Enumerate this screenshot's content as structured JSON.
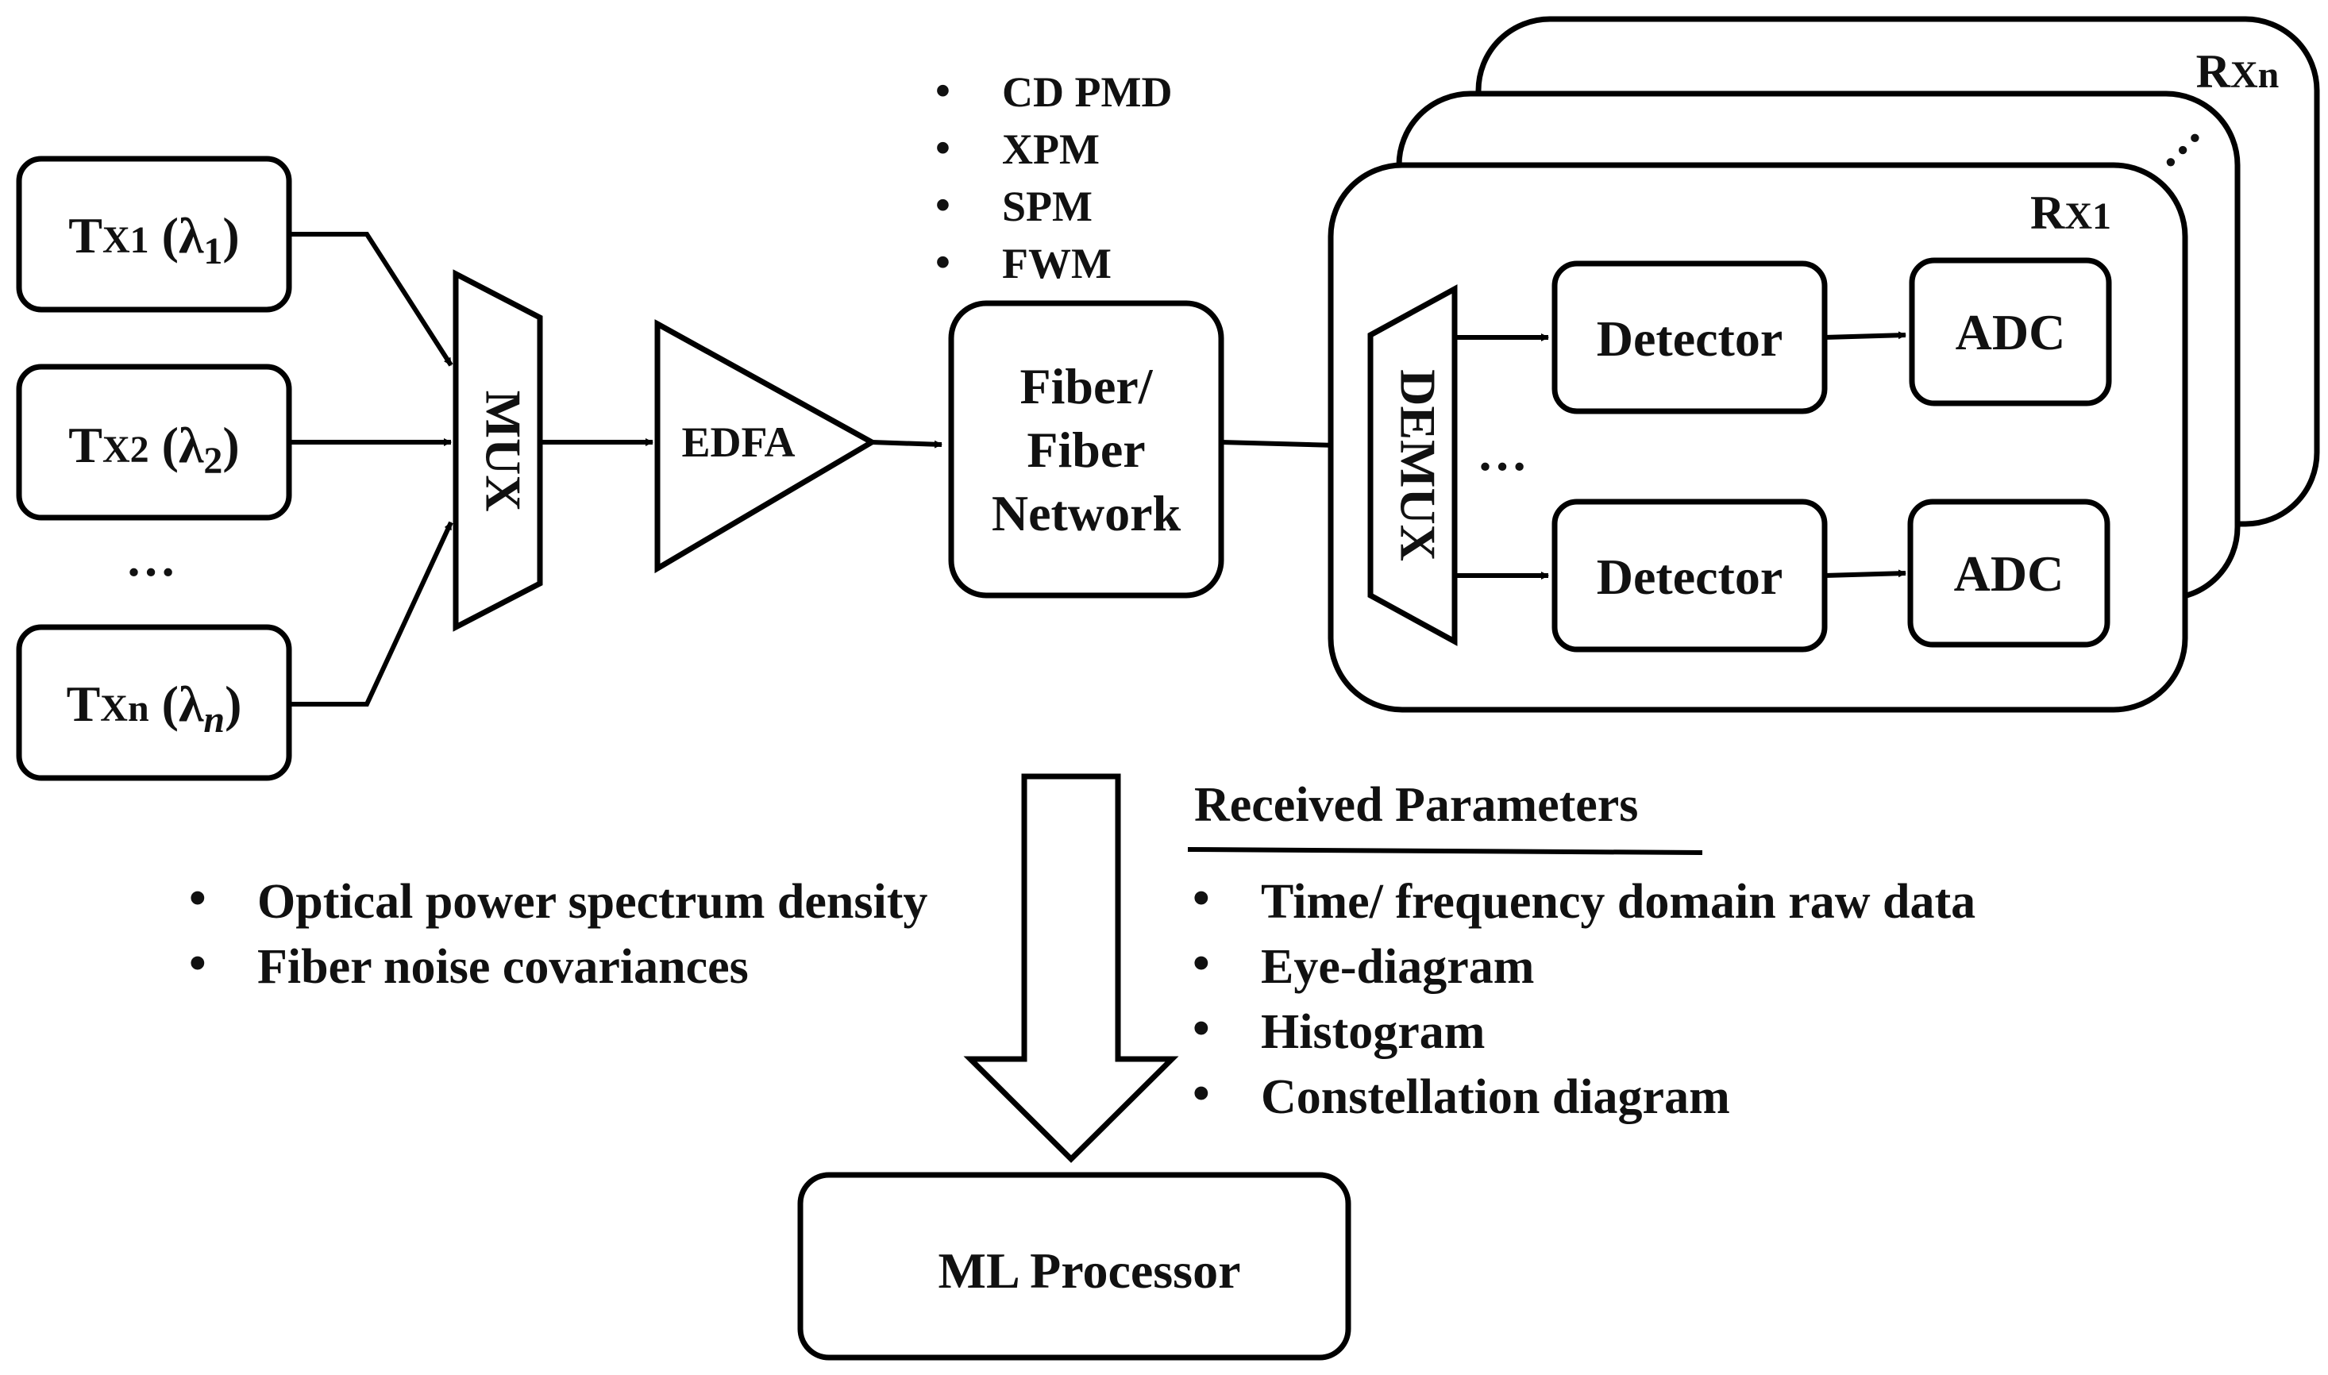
{
  "transmitters": [
    {
      "main": "T",
      "small": "X1",
      "wave": "λ",
      "sub": "1"
    },
    {
      "main": "T",
      "small": "X2",
      "wave": "λ",
      "sub": "2"
    },
    {
      "main": "T",
      "small": "Xn",
      "wave": "λ",
      "sub": "n"
    }
  ],
  "tx_ellipsis": "…",
  "mux_label": "MUX",
  "edfa_label": "EDFA",
  "impairments": [
    "CD PMD",
    "XPM",
    "SPM",
    "FWM"
  ],
  "fiber_lines": [
    "Fiber/",
    "Fiber",
    "Network"
  ],
  "receiver": {
    "rx1_main": "R",
    "rx1_small": "X1",
    "rxn_main": "R",
    "rxn_small": "Xn",
    "stack_ellipsis": "…",
    "demux_label": "DEMUX",
    "detector_label": "Detector",
    "adc_label": "ADC",
    "branch_ellipsis": "…"
  },
  "left_params": [
    "Optical power spectrum density",
    "Fiber noise covariances"
  ],
  "received_title": "Received Parameters",
  "received_params": [
    "Time/ frequency domain raw data",
    "Eye-diagram",
    "Histogram",
    "Constellation diagram"
  ],
  "bullet_symbol": "•",
  "ml_processor_label": "ML Processor"
}
